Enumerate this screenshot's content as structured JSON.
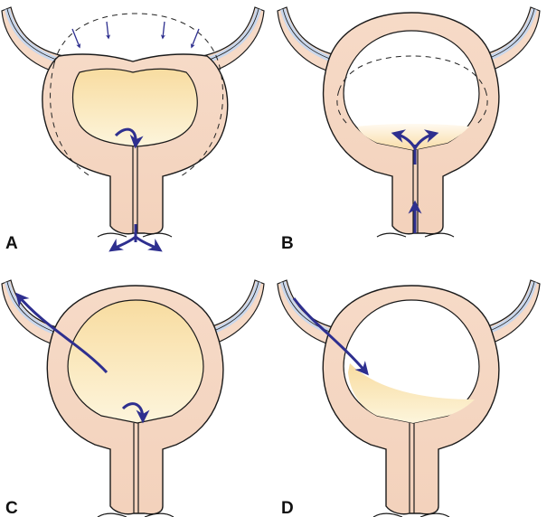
{
  "colors": {
    "wall_fill": "#f7ddc8",
    "wall_stroke": "#1a1a1a",
    "urine_light": "#fdf6de",
    "urine_dark": "#f8dca0",
    "ureter_fill": "#c9d7ec",
    "arrow": "#2e2f8f",
    "outline_dashed": "#222222"
  },
  "panels": [
    {
      "label": "A",
      "bladder_state": "full-contracting",
      "arrow_icon": "outflow-arrows"
    },
    {
      "label": "B",
      "bladder_state": "near-empty-reflux",
      "arrow_icon": "inflow-arrows"
    },
    {
      "label": "C",
      "bladder_state": "full-reflux-into-ureter",
      "arrow_icon": "ureter-reflux-arrow"
    },
    {
      "label": "D",
      "bladder_state": "partly-filled-return",
      "arrow_icon": "ureter-return-arrow"
    }
  ]
}
